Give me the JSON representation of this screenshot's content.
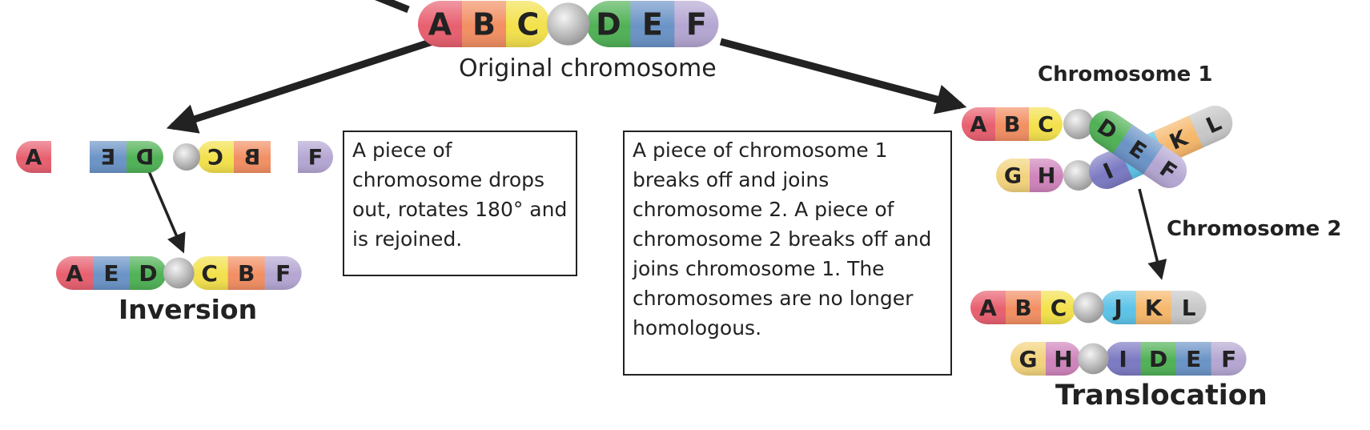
{
  "colors": {
    "A": "#e85f6f",
    "B": "#f28e62",
    "C": "#f3e14b",
    "D": "#4fb155",
    "E": "#6a93c6",
    "F": "#b4a6d2",
    "G": "#f2d37c",
    "H": "#cf83bb",
    "I": "#7b79c2",
    "J": "#5cc3e8",
    "K": "#f6b76a",
    "L": "#c8c8c8",
    "centromere": "#bdbdbd",
    "arrow": "#222222",
    "text": "#222222"
  },
  "original": {
    "genes": [
      "A",
      "B",
      "C",
      "D",
      "E",
      "F"
    ],
    "caption": "Original chromosome"
  },
  "inversion": {
    "separated": [
      "A",
      "E",
      "D",
      "C",
      "B",
      "F"
    ],
    "result": [
      "A",
      "E",
      "D",
      "C",
      "B",
      "F"
    ],
    "title": "Inversion",
    "description": "A piece of chromosome drops out, rotates 180° and is rejoined."
  },
  "translocation": {
    "chromosome1_label": "Chromosome 1",
    "chromosome2_label": "Chromosome 2",
    "chromosome1_genes": [
      "A",
      "B",
      "C",
      "D",
      "E",
      "F"
    ],
    "chromosome2_genes": [
      "G",
      "H",
      "I",
      "J",
      "K",
      "L"
    ],
    "result1": [
      "A",
      "B",
      "C",
      "J",
      "K",
      "L"
    ],
    "result2": [
      "G",
      "H",
      "I",
      "D",
      "E",
      "F"
    ],
    "title": "Translocation",
    "description": "A piece of chromosome 1 breaks off and joins chromosome 2. A piece of chromosome 2 breaks off and joins chromosome 1. The chromosomes are no longer homologous."
  }
}
